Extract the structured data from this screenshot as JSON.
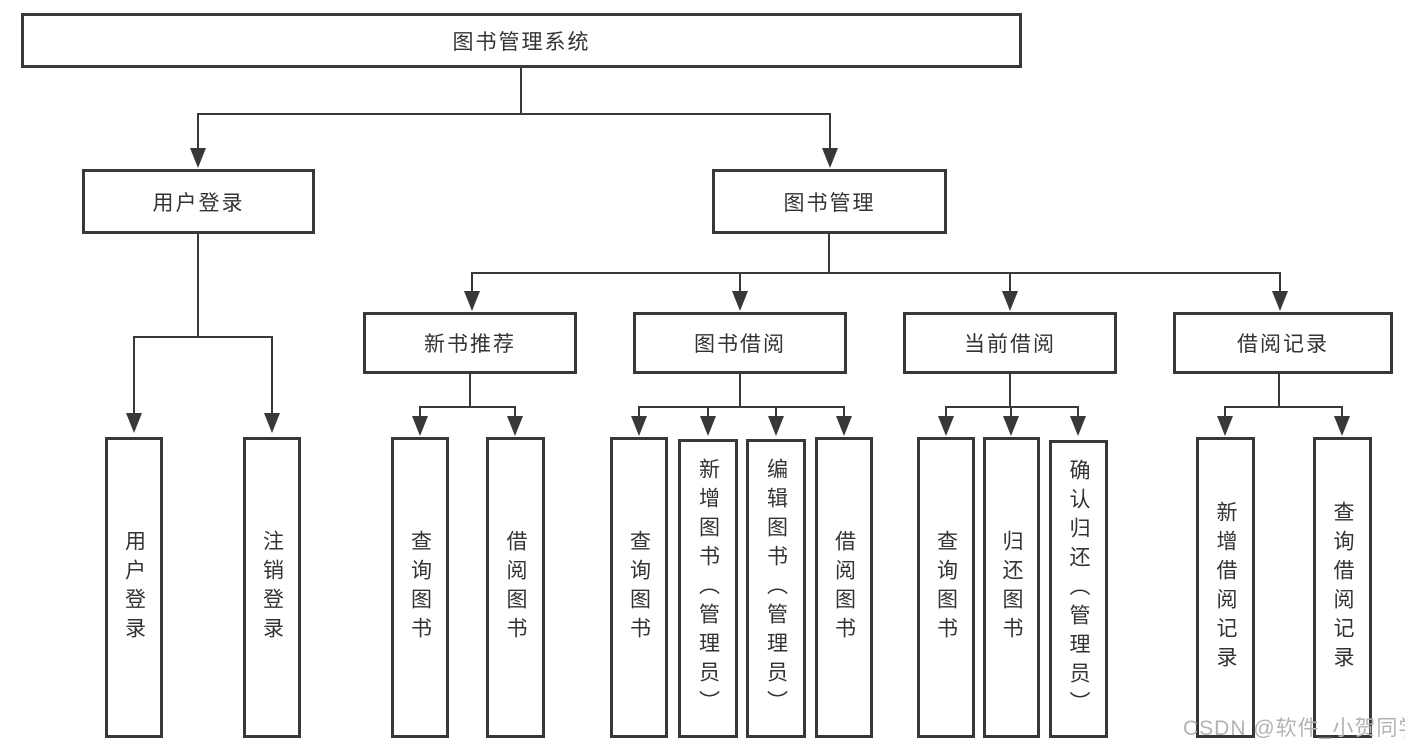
{
  "tree": {
    "label": "图书管理系统",
    "children": [
      {
        "label": "用户登录",
        "children": [
          {
            "label": "用户登录"
          },
          {
            "label": "注销登录"
          }
        ]
      },
      {
        "label": "图书管理",
        "children": [
          {
            "label": "新书推荐",
            "children": [
              {
                "label": "查询图书"
              },
              {
                "label": "借阅图书"
              }
            ]
          },
          {
            "label": "图书借阅",
            "children": [
              {
                "label": "查询图书"
              },
              {
                "label": "新增图书（管理员）"
              },
              {
                "label": "编辑图书（管理员）"
              },
              {
                "label": "借阅图书"
              }
            ]
          },
          {
            "label": "当前借阅",
            "children": [
              {
                "label": "查询图书"
              },
              {
                "label": "归还图书"
              },
              {
                "label": "确认归还（管理员）"
              }
            ]
          },
          {
            "label": "借阅记录",
            "children": [
              {
                "label": "新增借阅记录"
              },
              {
                "label": "查询借阅记录"
              }
            ]
          }
        ]
      }
    ]
  },
  "watermark": {
    "text": "CSDN @软件_小贺同学"
  },
  "colors": {
    "line": "#383838",
    "text": "#333333",
    "background": "#ffffff",
    "watermark": "#b3b3b3"
  }
}
